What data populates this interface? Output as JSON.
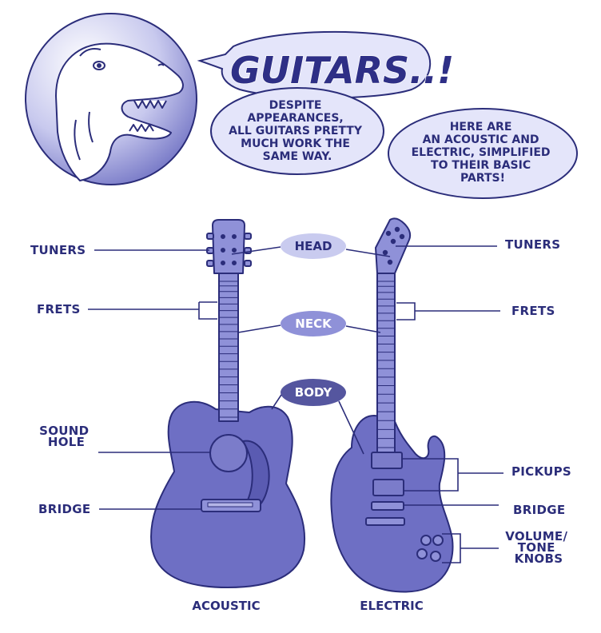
{
  "title": "GUITARS..!",
  "bubble_left": [
    "DESPITE",
    "APPEARANCES,",
    "ALL GUITARS PRETTY",
    "MUCH WORK THE",
    "SAME WAY."
  ],
  "bubble_right": [
    "HERE ARE",
    "AN ACOUSTIC AND",
    "ELECTRIC, SIMPLIFIED",
    "TO THEIR BASIC",
    "PARTS!"
  ],
  "pills": {
    "head": "HEAD",
    "neck": "NECK",
    "body": "BODY"
  },
  "left_labels": {
    "tuners": "TUNERS",
    "frets": "FRETS",
    "sound_hole": [
      "SOUND",
      "HOLE"
    ],
    "bridge": "BRIDGE"
  },
  "right_labels": {
    "tuners": "TUNERS",
    "frets": "FRETS",
    "pickups": "PICKUPS",
    "bridge": "BRIDGE",
    "knobs": [
      "VOLUME/",
      "TONE",
      "KNOBS"
    ]
  },
  "captions": {
    "acoustic": "ACOUSTIC",
    "electric": "ELECTRIC"
  },
  "colors": {
    "ink": "#2b2d7a",
    "guitar_fill": "#6e6fc4",
    "guitar_shade": "#5a5bb2",
    "bubble_fill": "#e4e5fa",
    "pill_light": "#c9cbef",
    "pill_mid": "#8f91d8",
    "pill_dark": "#55569f"
  },
  "icons": {
    "mascot": "dinosaur-icon"
  }
}
